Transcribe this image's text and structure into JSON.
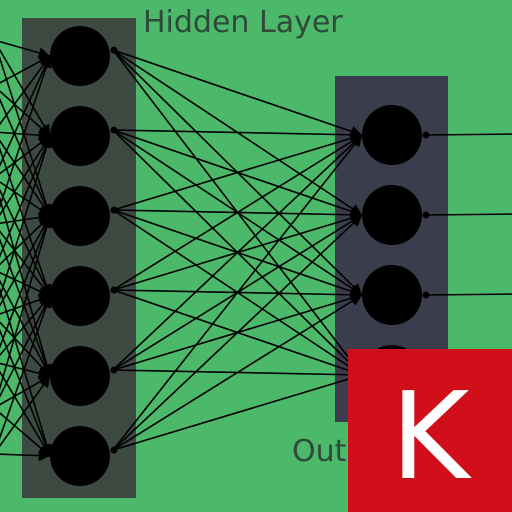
{
  "diagram": {
    "labels": {
      "hidden_layer": "Hidden Layer",
      "output_layer": "Out"
    },
    "colors": {
      "background": "#4bb86a",
      "hidden_panel": "#3d4a42",
      "output_panel": "#3c3d4c",
      "node": "#000000",
      "edge": "#000000",
      "logo_bg": "#d10f1a",
      "logo_fg": "#ffffff"
    },
    "hidden_nodes": 6,
    "output_nodes": 4
  },
  "logo": {
    "icon": "keras-logo-icon",
    "letter": "K"
  }
}
